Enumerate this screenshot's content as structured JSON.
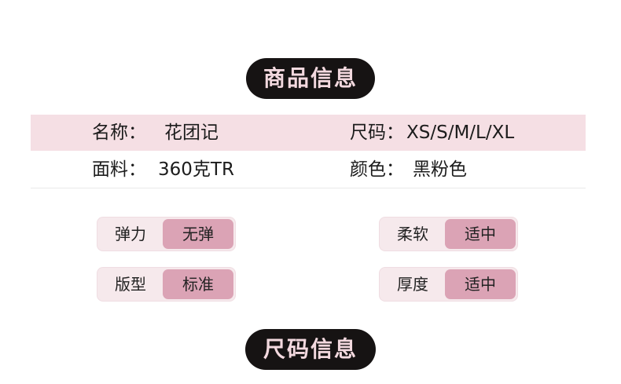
{
  "sections": {
    "goods_info_title": "商品信息",
    "size_info_title": "尺码信息"
  },
  "info_rows": [
    {
      "left_label": "名称：",
      "left_value": "花团记",
      "right_label": "尺码：",
      "right_value": "XS/S/M/L/XL"
    },
    {
      "left_label": "面料：",
      "left_value": "360克TR",
      "right_label": "颜色：",
      "right_value": "黑粉色"
    }
  ],
  "attributes": [
    {
      "label": "弹力",
      "value": "无弹"
    },
    {
      "label": "柔软",
      "value": "适中"
    },
    {
      "label": "版型",
      "value": "标准"
    },
    {
      "label": "厚度",
      "value": "适中"
    }
  ],
  "colors": {
    "title_bg": "#161313",
    "title_text": "#f3d9df",
    "band_pink": "#f5dfe4",
    "tag_bg": "#f6e9ec",
    "tag_value_bg": "#dba3b5"
  }
}
